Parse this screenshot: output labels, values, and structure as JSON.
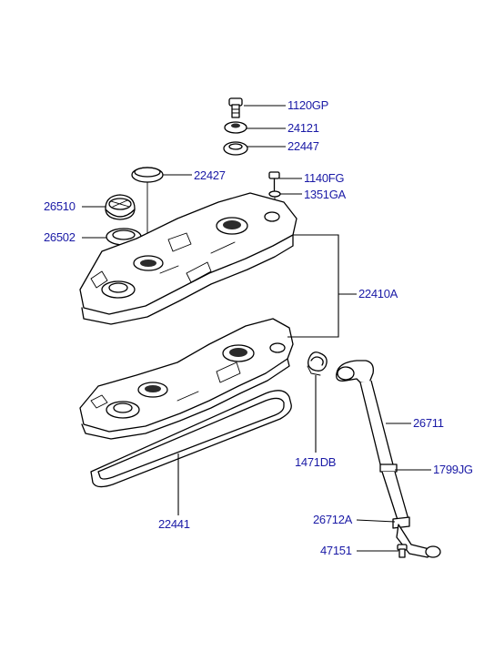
{
  "diagram": {
    "label_color": "#1a1aa6",
    "parts": [
      {
        "id": "1120gp",
        "label": "1120GP"
      },
      {
        "id": "24121",
        "label": "24121"
      },
      {
        "id": "22447",
        "label": "22447"
      },
      {
        "id": "22427",
        "label": "22427"
      },
      {
        "id": "1140fg",
        "label": "1140FG"
      },
      {
        "id": "1351ga",
        "label": "1351GA"
      },
      {
        "id": "26510",
        "label": "26510"
      },
      {
        "id": "26502",
        "label": "26502"
      },
      {
        "id": "22410a",
        "label": "22410A"
      },
      {
        "id": "26711",
        "label": "26711"
      },
      {
        "id": "1471db",
        "label": "1471DB"
      },
      {
        "id": "1799jg",
        "label": "1799JG"
      },
      {
        "id": "22441",
        "label": "22441"
      },
      {
        "id": "26712a",
        "label": "26712A"
      },
      {
        "id": "47151",
        "label": "47151"
      }
    ]
  }
}
